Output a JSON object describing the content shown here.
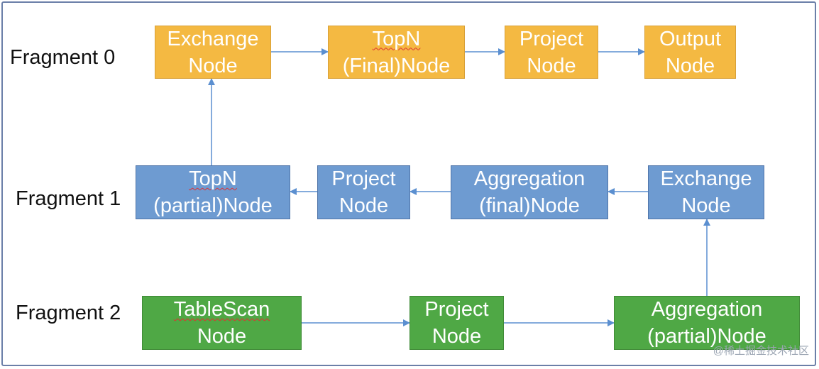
{
  "fragments": {
    "f0": "Fragment 0",
    "f1": "Fragment 1",
    "f2": "Fragment 2"
  },
  "nodes": {
    "f0_exchange": {
      "line1": "Exchange",
      "line2": "Node"
    },
    "f0_topn": {
      "line1": "TopN",
      "line2": "(Final)Node"
    },
    "f0_project": {
      "line1": "Project",
      "line2": "Node"
    },
    "f0_output": {
      "line1": "Output",
      "line2": "Node"
    },
    "f1_topn": {
      "line1": "TopN",
      "line2": "(partial)Node"
    },
    "f1_project": {
      "line1": "Project",
      "line2": "Node"
    },
    "f1_aggregation": {
      "line1": "Aggregation",
      "line2": "(final)Node"
    },
    "f1_exchange": {
      "line1": "Exchange",
      "line2": "Node"
    },
    "f2_tablescan": {
      "line1": "TableScan",
      "line2": "Node"
    },
    "f2_project": {
      "line1": "Project",
      "line2": "Node"
    },
    "f2_aggregation": {
      "line1": "Aggregation",
      "line2": "(partial)Node"
    }
  },
  "colors": {
    "fragment0": "#f4b942",
    "fragment1": "#6e9bd1",
    "fragment2": "#4fa845",
    "arrow": "#5b8fd0"
  },
  "watermark": "@稀土掘金技术社区"
}
